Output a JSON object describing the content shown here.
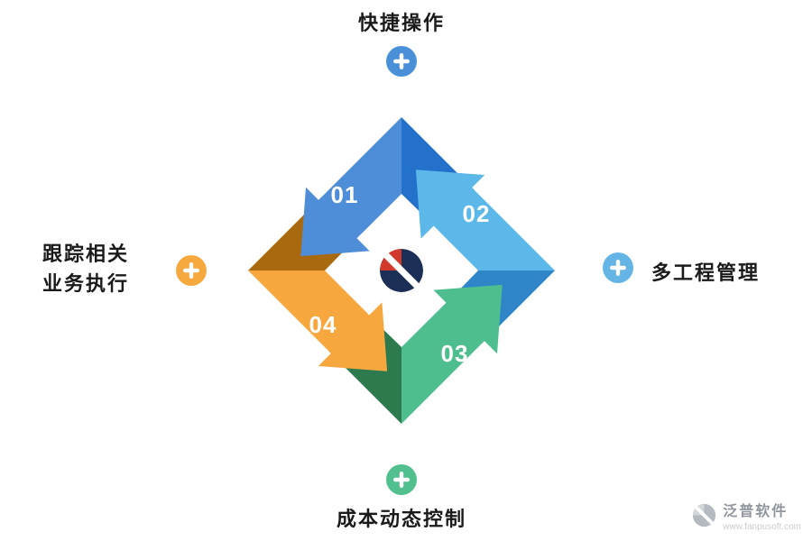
{
  "diagram_type": "cycle-arrows",
  "steps": [
    {
      "number": "01",
      "arrow_color": "#4e8ed8",
      "fold_color": "#2471cc"
    },
    {
      "number": "02",
      "arrow_color": "#5bb8e8",
      "fold_color": "#2e86c9"
    },
    {
      "number": "03",
      "arrow_color": "#4fbe8f",
      "fold_color": "#2d7a4f"
    },
    {
      "number": "04",
      "arrow_color": "#f6a83f",
      "fold_color": "#a9690e"
    }
  ],
  "callouts": {
    "top": {
      "label": "快捷操作",
      "icon": "plus-icon",
      "icon_color": "#4a90d9"
    },
    "right": {
      "label": "多工程管理",
      "icon": "plus-icon",
      "icon_color": "#64b5e6"
    },
    "bottom": {
      "label": "成本动态控制",
      "icon": "plus-icon",
      "icon_color": "#52c08e"
    },
    "left": {
      "label_line1": "跟踪相关",
      "label_line2": "业务执行",
      "icon": "plus-icon",
      "icon_color": "#f5a93f"
    }
  },
  "center_logo": {
    "name": "fanpu-logo",
    "primary_color": "#1c2f56",
    "accent_color": "#d0392b"
  },
  "watermark": {
    "logo": "fanpu-logo-gray",
    "brand": "泛普软件",
    "url": "www.fanpusoft.com"
  }
}
